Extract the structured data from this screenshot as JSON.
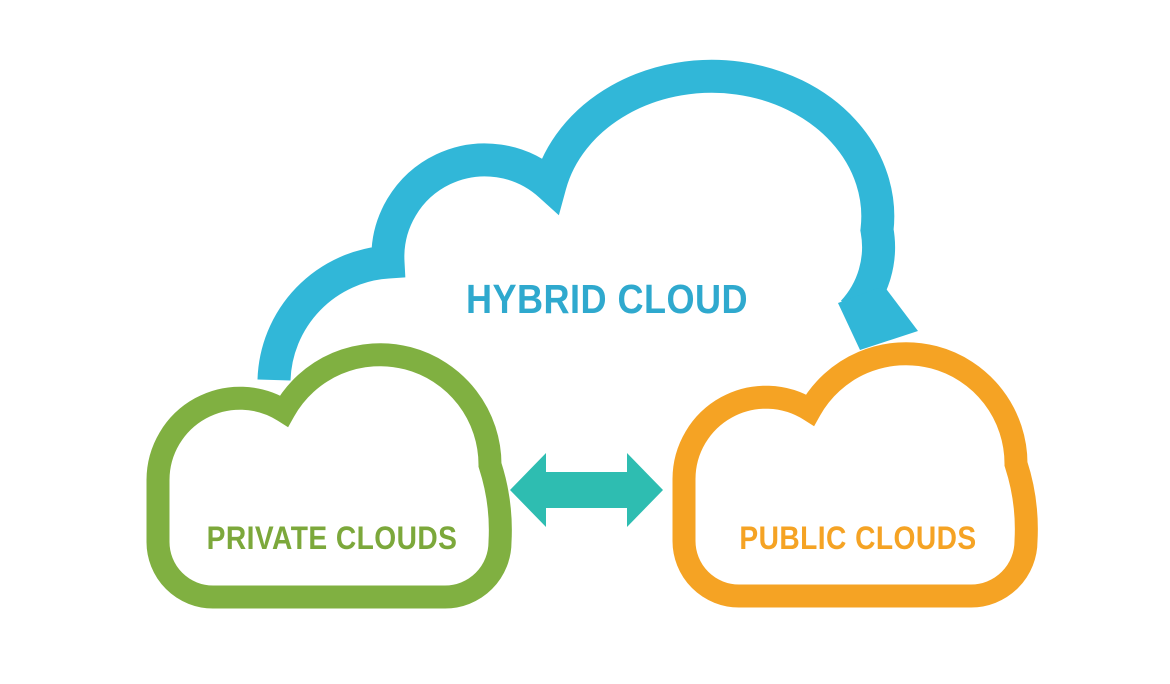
{
  "clouds": {
    "hybrid": {
      "label": "HYBRID CLOUD"
    },
    "private": {
      "label": "PRIVATE CLOUDS"
    },
    "public": {
      "label": "PUBLIC CLOUDS"
    }
  },
  "icons": {
    "arrow": "bidirectional-arrow"
  },
  "colors": {
    "hybrid_blue": "#31B7D8",
    "title_blue": "#2FA9CE",
    "private_green": "#80B041",
    "private_green_text": "#7CA83B",
    "public_orange": "#F5A324",
    "arrow_teal": "#2EBDB1",
    "background": "#FFFFFF"
  }
}
